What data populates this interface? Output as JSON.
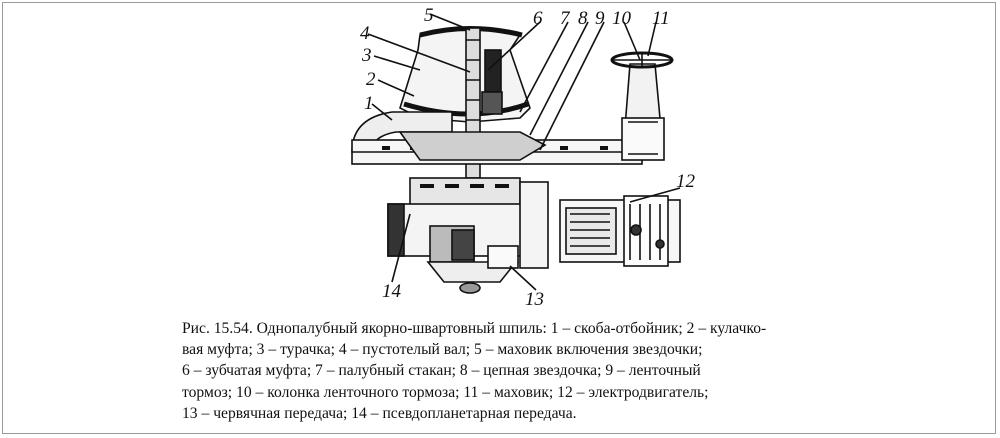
{
  "figure": {
    "labels": [
      "1",
      "2",
      "3",
      "4",
      "5",
      "6",
      "7",
      "8",
      "9",
      "10",
      "11",
      "12",
      "13",
      "14"
    ]
  },
  "caption": {
    "lines": [
      "Рис. 15.54. Однопалубный якорно-швартовный шпиль: 1 – скоба-отбойник; 2 – кулачко-",
      "вая муфта; 3 – турачка; 4 – пустотелый вал; 5 – маховик включения звездочки;",
      "6 – зубчатая муфта; 7 – палубный стакан; 8 – цепная звездочка; 9 – ленточный",
      "тормоз; 10 – колонка ленточного тормоза; 11 – маховик; 12 – электродвигатель;",
      "13 – червячная передача; 14 – псевдопланетарная передача."
    ]
  }
}
